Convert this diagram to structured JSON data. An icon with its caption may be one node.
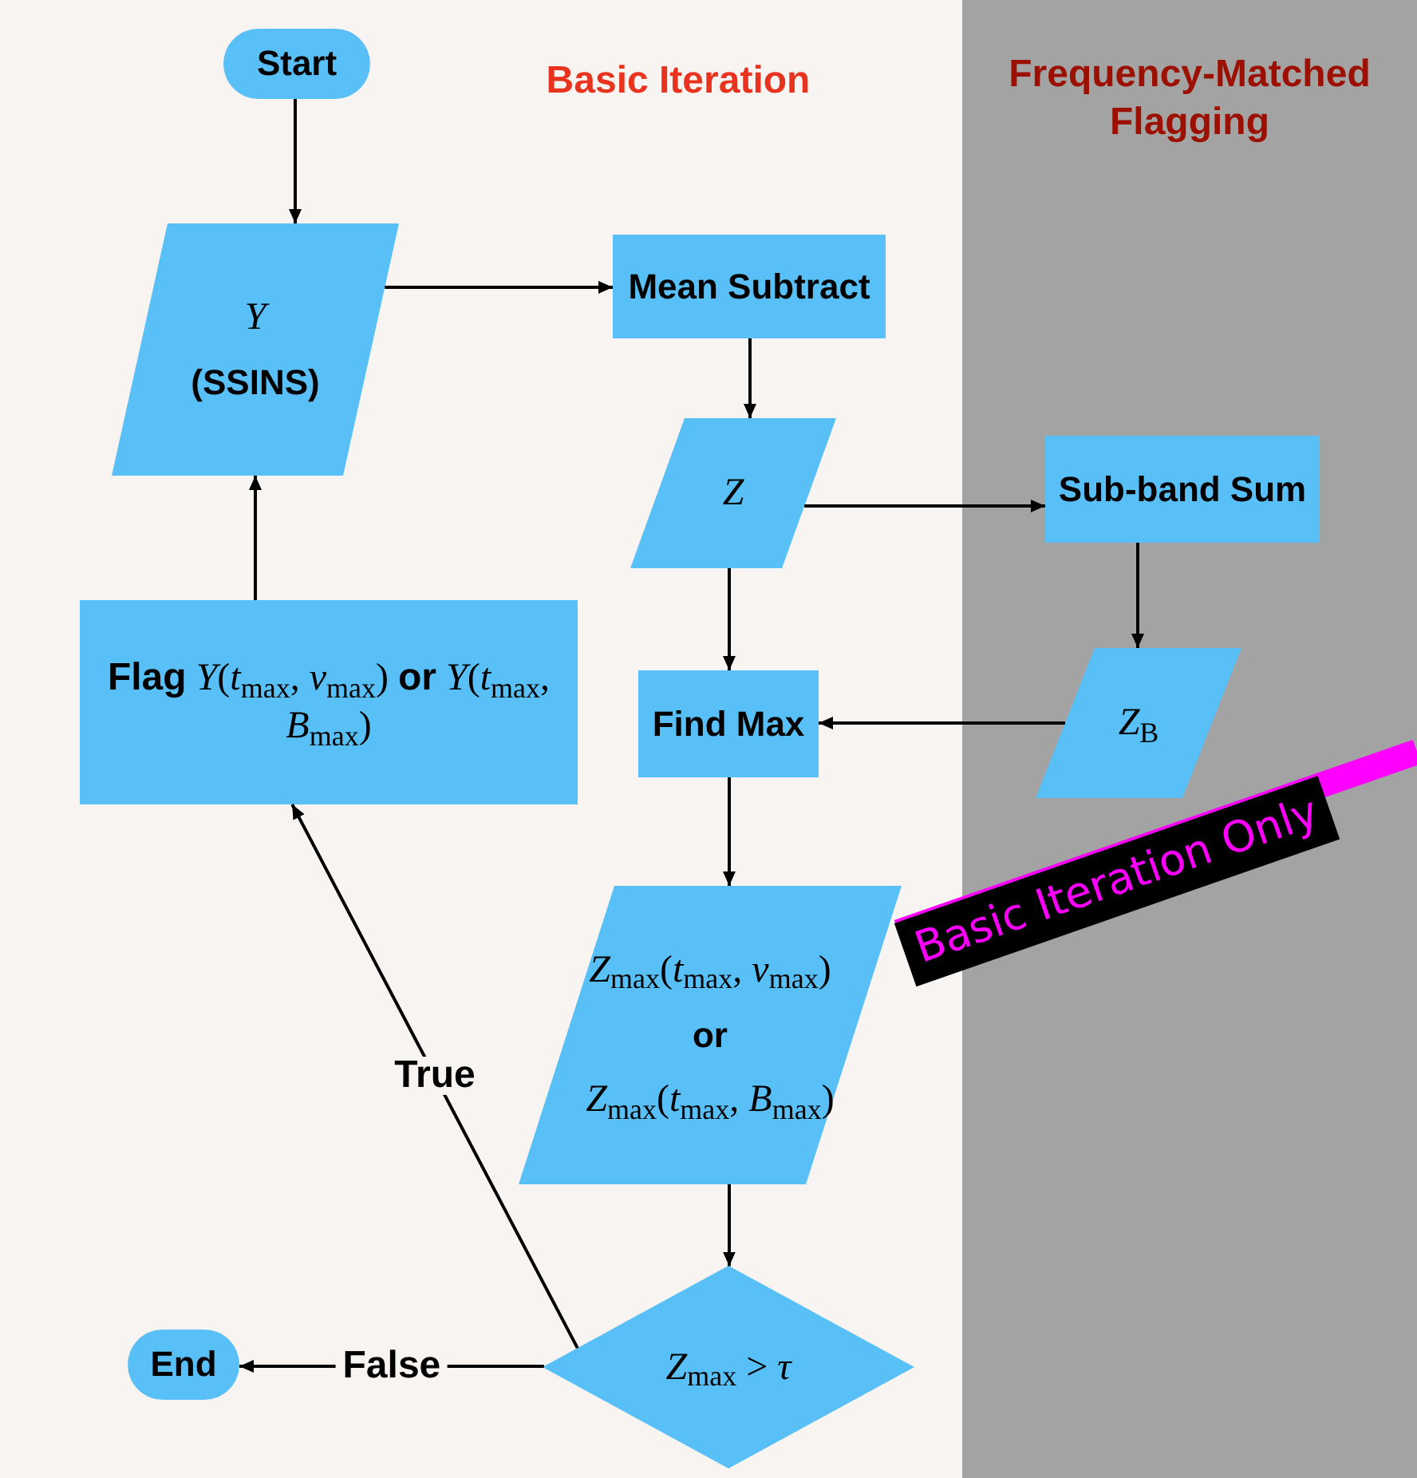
{
  "diagram": {
    "nodes": [
      {
        "text": [
          "Basic Iteration"
        ]
      },
      {
        "text": [
          "Frequency-Matched Flagging"
        ]
      },
      {
        "text": [
          "Start"
        ],
        "in": 0
      },
      {
        "text": [
          "*Y*",
          "(SSINS)"
        ],
        "in": 0
      },
      {
        "text": [
          "Mean Subtract"
        ],
        "in": 0
      },
      {
        "text": [
          "*Z*"
        ],
        "in": 0
      },
      {
        "text": [
          "Sub-band Sum"
        ],
        "in": 1
      },
      {
        "text": [
          "*Z*$_{B}$"
        ],
        "in": 1
      },
      {
        "text": [
          "Find Max"
        ],
        "in": 0
      },
      {
        "text": [
          "**Flag** *Y*(*t*$_{max}$, *ν*$_{max}$) **or** *Y*(*t*$_{max}$, *B*$_{max}$)"
        ],
        "in": 0
      },
      {
        "text": [
          "*Z*$_{max}$(*t*$_{max}$, *ν*$_{max}$)",
          "or",
          "*Z*$_{max}$(*t*$_{max}$, *B*$_{max}$)"
        ],
        "in": 0
      },
      {
        "text": [
          "*Z*$_{max}$ > *τ*"
        ],
        "in": 0
      },
      {
        "text": [
          "End"
        ],
        "in": 0
      }
    ],
    "edges": [
      {
        "from": 2,
        "to": 3,
        "arrow": "to"
      },
      {
        "from": 3,
        "to": 4,
        "arrow": "to"
      },
      {
        "from": 4,
        "to": 5,
        "arrow": "to"
      },
      {
        "from": 5,
        "to": 6,
        "arrow": "to"
      },
      {
        "from": 5,
        "to": 8,
        "arrow": "to"
      },
      {
        "from": 6,
        "to": 7,
        "arrow": "to"
      },
      {
        "from": 7,
        "to": 8,
        "arrow": "to"
      },
      {
        "from": 8,
        "to": 10,
        "arrow": "to"
      },
      {
        "from": 10,
        "to": 11,
        "arrow": "to"
      },
      {
        "from": 11,
        "to": 12,
        "arrow": "to",
        "label": "False"
      },
      {
        "from": 11,
        "to": 9,
        "arrow": "to",
        "label": "True"
      },
      {
        "from": 9,
        "to": 3,
        "arrow": "to"
      }
    ],
    "labels": [
      "Basic Iteration Only"
    ]
  }
}
